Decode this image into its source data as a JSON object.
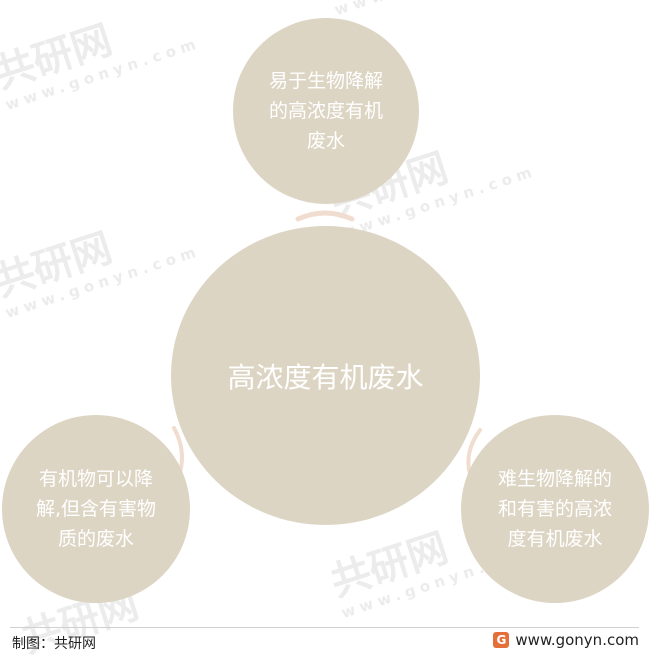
{
  "diagram": {
    "center": {
      "label": "高浓度有机废水"
    },
    "top": {
      "lines": [
        "易于生物降解",
        "的高浓度有机",
        "废水"
      ]
    },
    "left": {
      "lines": [
        "有机物可以降",
        "解,但含有害物",
        "质的废水"
      ]
    },
    "right": {
      "lines": [
        "难生物降解的",
        "和有害的高浓",
        "度有机废水"
      ]
    }
  },
  "watermark": {
    "brand": "共研网",
    "site": "www.gonyn.com"
  },
  "footer": {
    "source": "制图：共研网",
    "logo_letter": "G",
    "website": "www.gonyn.com"
  },
  "colors": {
    "circle": "#ddd5c4",
    "text": "#ffffff",
    "logo": "#e46f3a"
  }
}
